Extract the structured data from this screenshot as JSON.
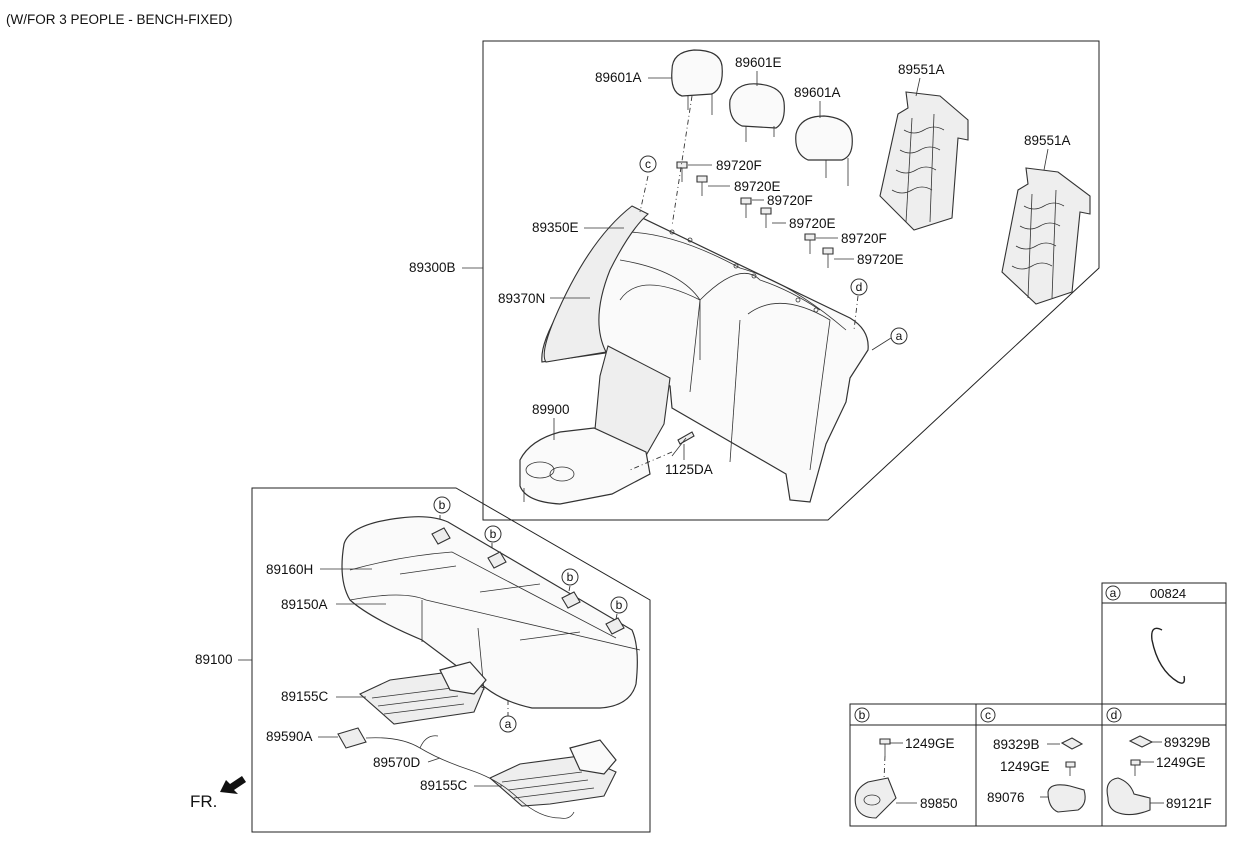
{
  "title": "(W/FOR 3 PEOPLE - BENCH-FIXED)",
  "fr_label": "FR.",
  "parts": {
    "p89601A_1": "89601A",
    "p89601E": "89601E",
    "p89601A_2": "89601A",
    "p89551A_1": "89551A",
    "p89551A_2": "89551A",
    "p89720F_1": "89720F",
    "p89720E_1": "89720E",
    "p89720F_2": "89720F",
    "p89720E_2": "89720E",
    "p89720F_3": "89720F",
    "p89720E_3": "89720E",
    "p89350E": "89350E",
    "p89300B": "89300B",
    "p89370N": "89370N",
    "p89900": "89900",
    "p1125DA": "1125DA",
    "p89160H": "89160H",
    "p89150A": "89150A",
    "p89100": "89100",
    "p89155C_1": "89155C",
    "p89590A": "89590A",
    "p89570D": "89570D",
    "p89155C_2": "89155C"
  },
  "callouts": {
    "a": "a",
    "b": "b",
    "c": "c",
    "d": "d"
  },
  "inset": {
    "a": {
      "letter": "a",
      "code": "00824"
    },
    "b": {
      "letter": "b",
      "p1": "1249GE",
      "p2": "89850"
    },
    "c": {
      "letter": "c",
      "p1": "89329B",
      "p2": "1249GE",
      "p3": "89076"
    },
    "d": {
      "letter": "d",
      "p1": "89329B",
      "p2": "1249GE",
      "p3": "89121F"
    }
  }
}
